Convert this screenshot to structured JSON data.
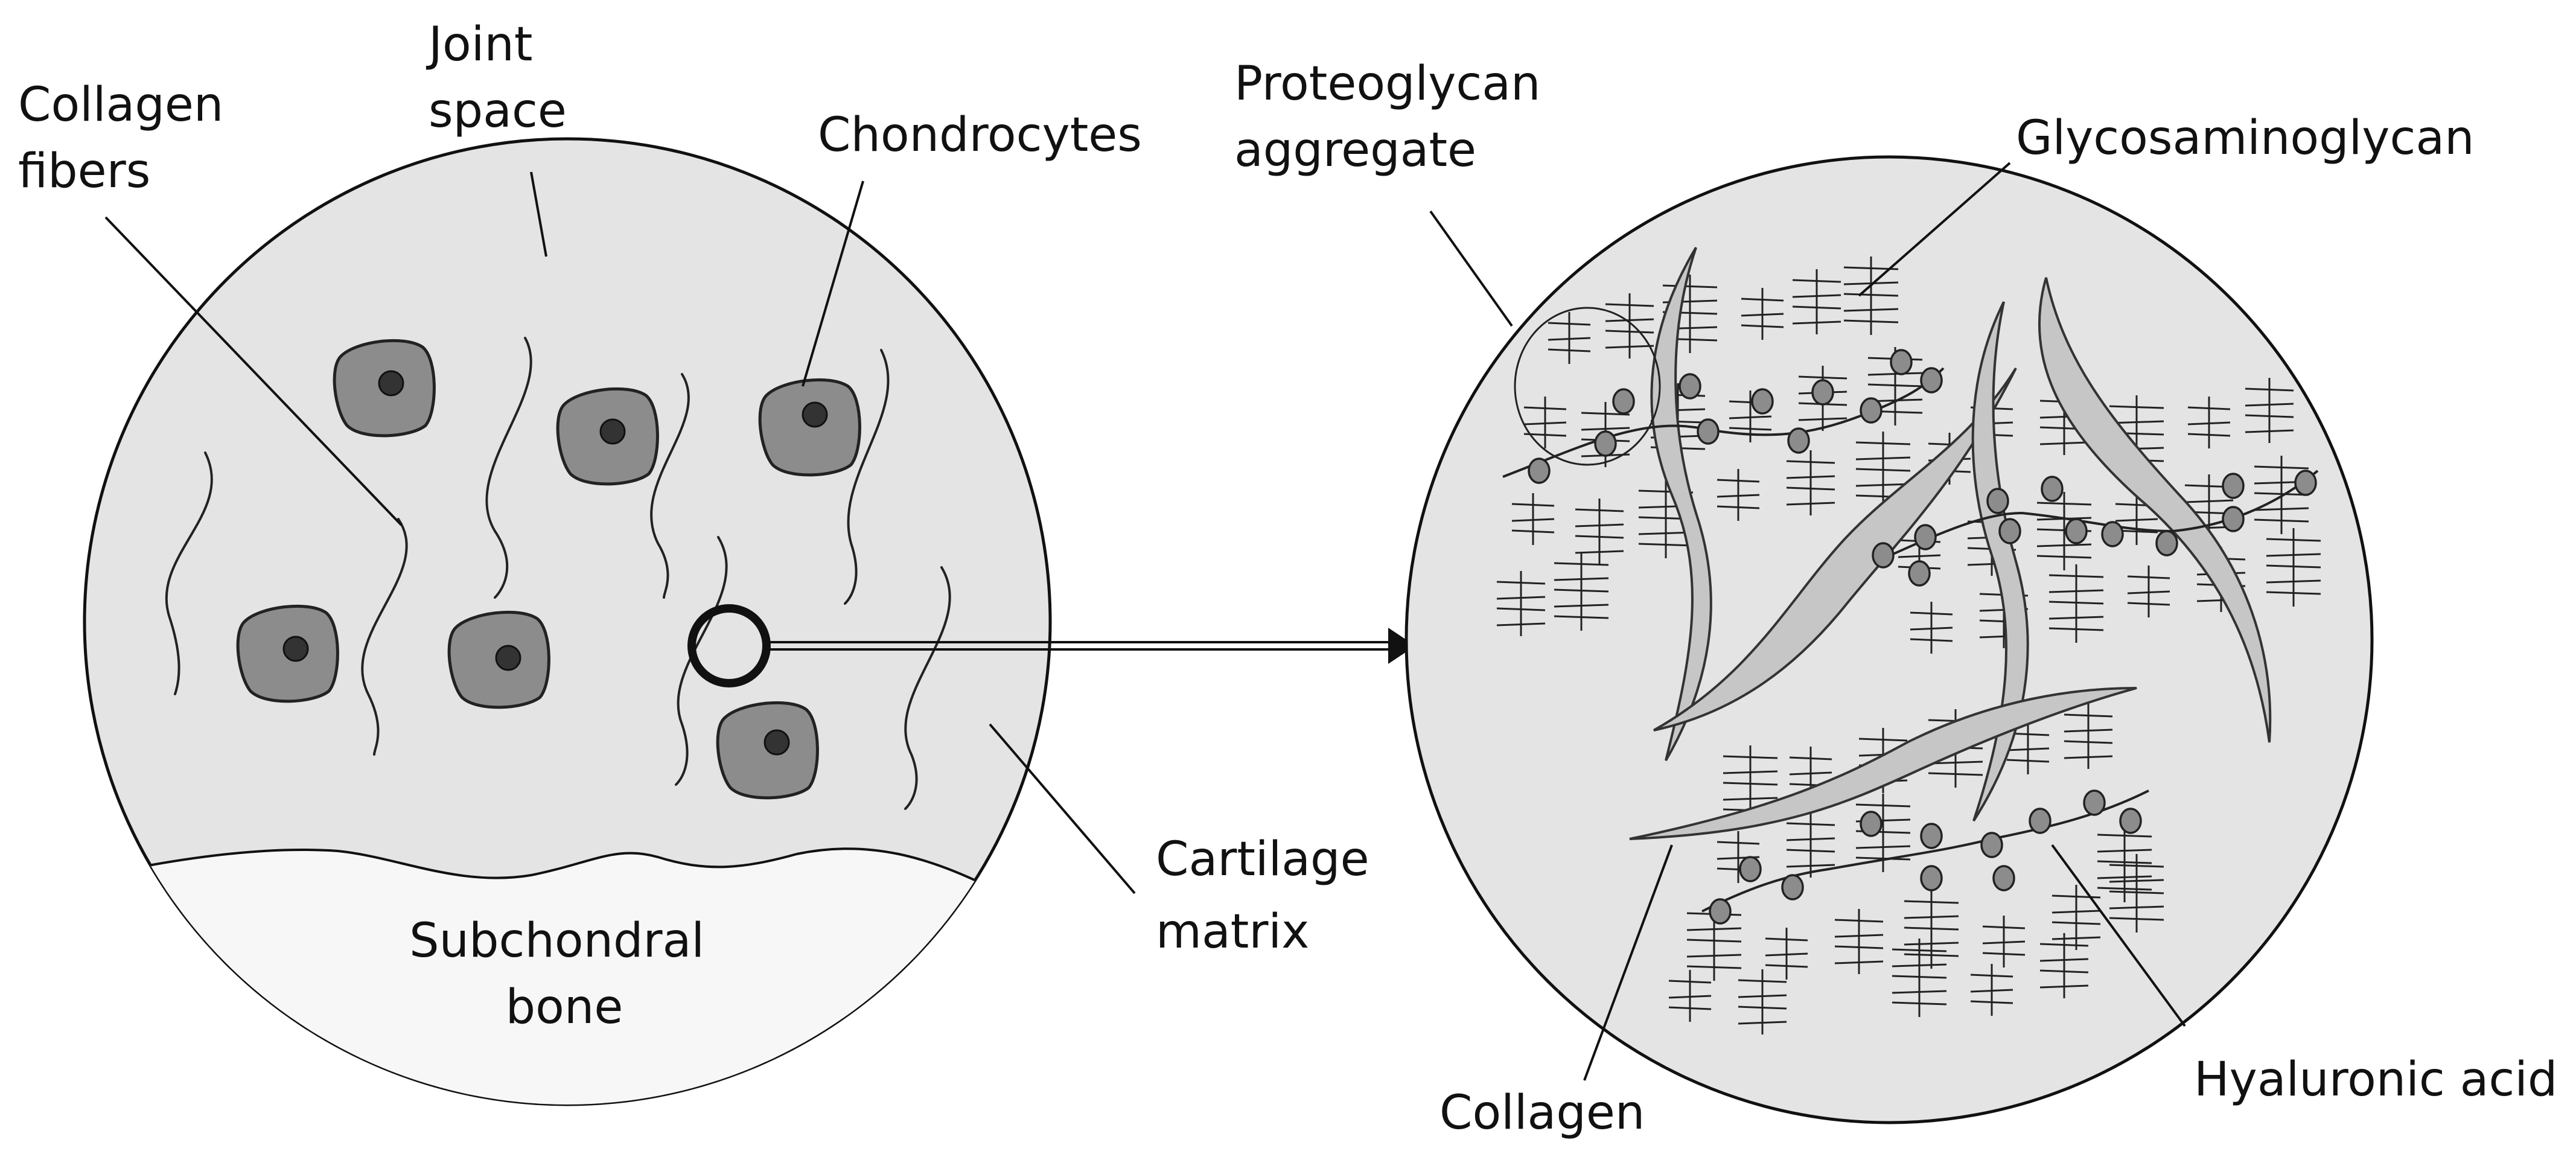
{
  "left_panel": {
    "labels": {
      "collagen_fibers_line1": "Collagen",
      "collagen_fibers_line2": "fibers",
      "joint_space_line1": "Joint",
      "joint_space_line2": "space",
      "chondrocytes": "Chondrocytes",
      "cartilage_matrix_line1": "Cartilage",
      "cartilage_matrix_line2": "matrix",
      "subchondral_bone_line1": "Subchondral",
      "subchondral_bone_line2": "bone"
    }
  },
  "right_panel": {
    "labels": {
      "proteoglycan_aggregate_line1": "Proteoglycan",
      "proteoglycan_aggregate_line2": "aggregate",
      "glycosaminoglycan": "Glycosaminoglycan",
      "collagen": "Collagen",
      "hyaluronic_acid": "Hyaluronic acid"
    }
  },
  "colors": {
    "background": "#ffffff",
    "circle_fill": "#e4e4e4",
    "bone_fill": "#f7f7f7",
    "cell_fill": "#8c8c8c",
    "nucleus_fill": "#333333",
    "collagen_band_fill": "#c6c6c6",
    "line": "#111111"
  }
}
